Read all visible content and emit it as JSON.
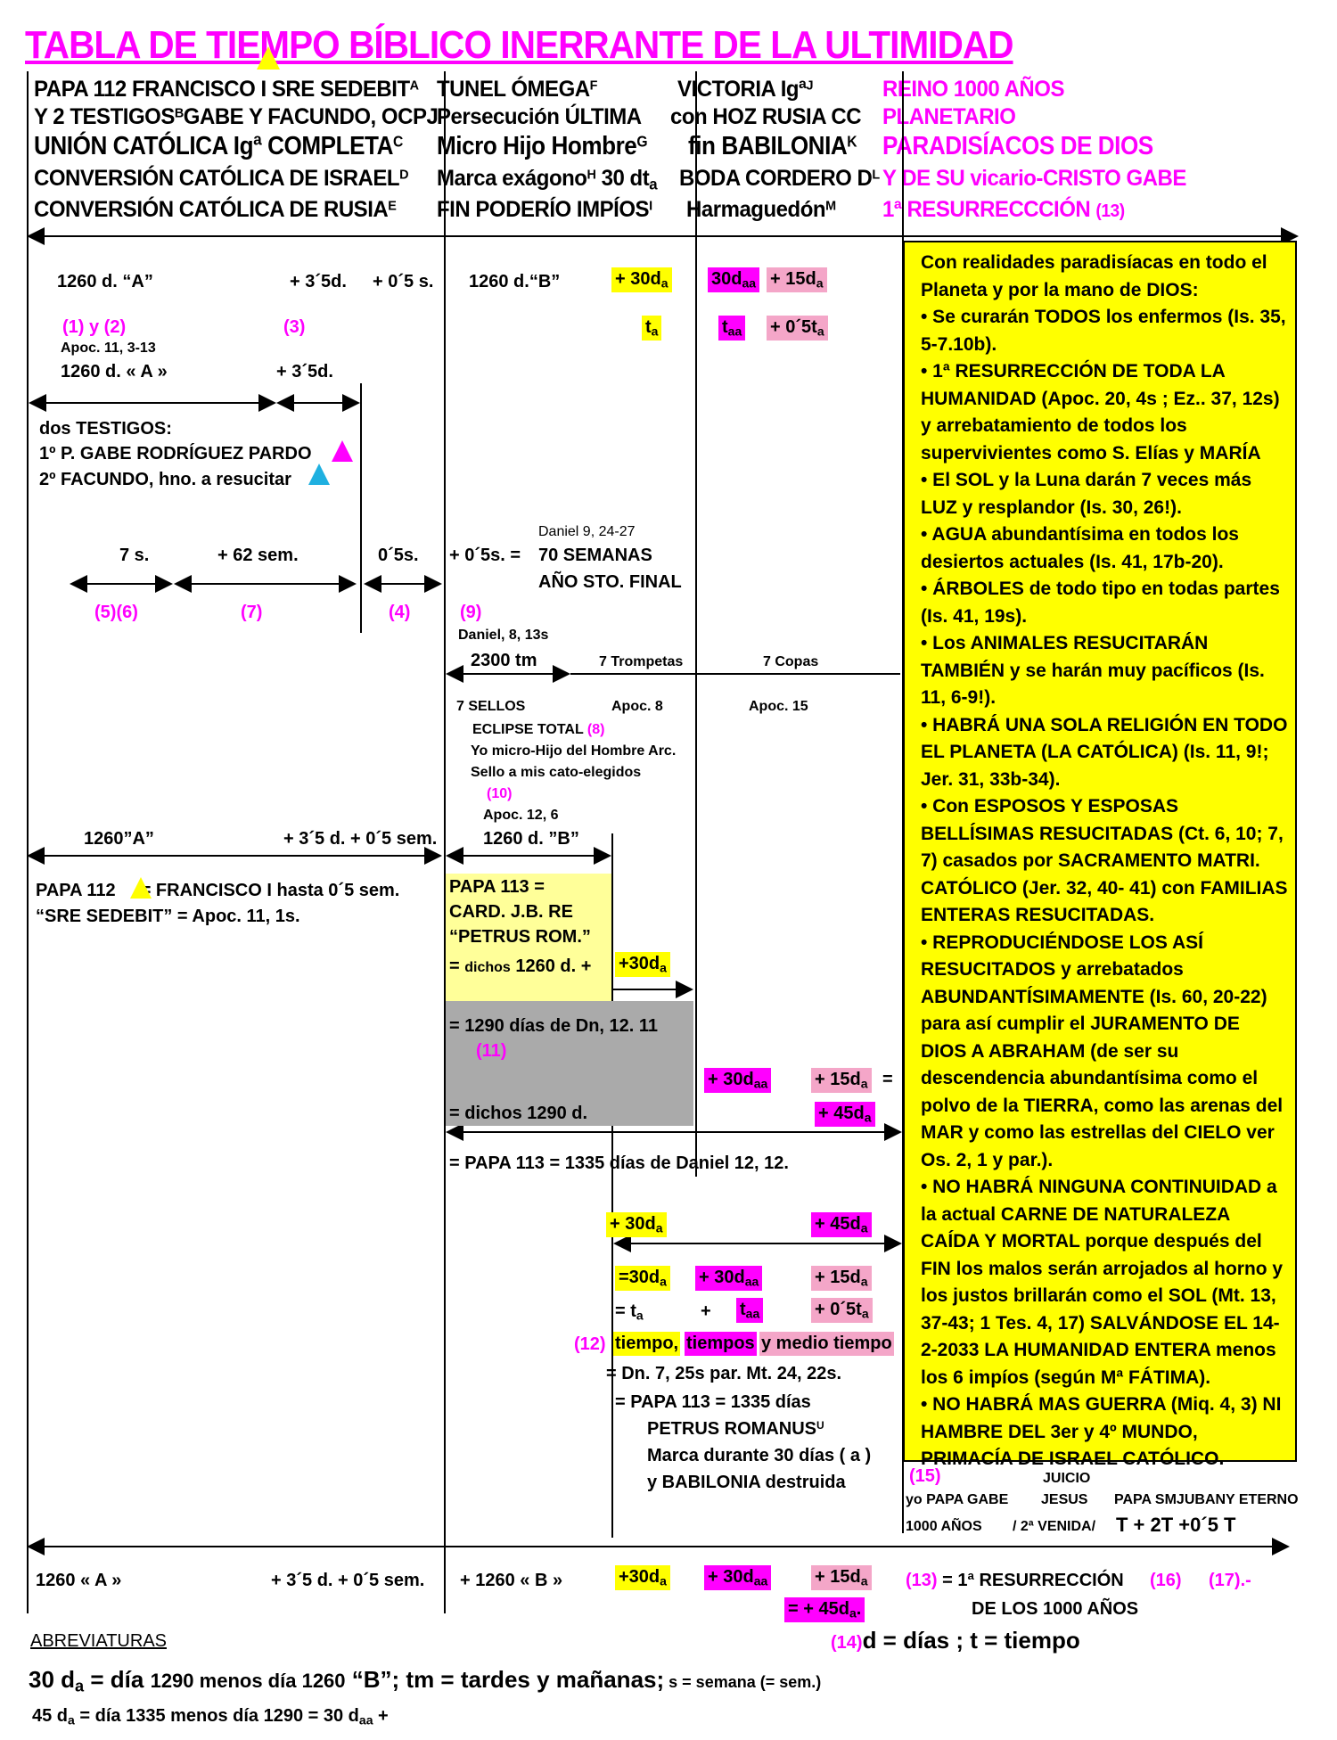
{
  "title": "TABLA DE TIEMPO BÍBLICO INERRANTE DE LA ULTIMIDAD",
  "header": {
    "col1": [
      "PAPA 112 FRANCISCO I SRE SEDEBIT",
      "Y 2 TESTIGOS",
      "GABE Y FACUNDO, OCPJ",
      "UNIÓN CATÓLICA Igª COMPLETA",
      "CONVERSIÓN CATÓLICA DE ISRAEL",
      "CONVERSIÓN CATÓLICA DE RUSIA"
    ],
    "col1_sup": [
      "A",
      "B",
      "C",
      "D",
      "E"
    ],
    "col2": [
      "TUNEL ÓMEGA",
      "Persecución ÚLTIMA",
      "Micro Hijo Hombre",
      "Marca exágono",
      "30 dt",
      "FIN PODERÍO IMPÍOS"
    ],
    "col2_sup": [
      "F",
      "G",
      "H",
      "I"
    ],
    "col3": [
      "VICTORIA Igª",
      "con HOZ RUSIA CC",
      "fin BABILONIA",
      "BODA CORDERO D",
      "Harmaguedón"
    ],
    "col3_sup": [
      "J",
      "K",
      "L",
      "M"
    ],
    "col4": [
      "REINO 1000 AÑOS",
      "PLANETARIO",
      "PARADISÍACOS DE DIOS",
      "Y DE SU vicario-CRISTO GABE",
      "1ª RESURRECCCIÓN",
      "(13)"
    ]
  },
  "row1": {
    "a": "1260 d. “A”",
    "b": "+ 3´5d.",
    "c": "+ 0´5 s.",
    "d": "1260 d.“B”",
    "e": "+ 30d",
    "f": "30d",
    "g": "+ 15d",
    "sub_a": "a",
    "sub_aa": "aa",
    "ta": "t",
    "taa": "t",
    "t05": "+ 0´5t",
    "ref1": "(1)  y (2)",
    "ref3": "(3)",
    "apoc": "Apoc. 11, 3-13",
    "a2": "1260 d. « A »",
    "b2": "+  3´5d."
  },
  "witnesses": {
    "title": "dos TESTIGOS:",
    "one": "1º P. GABE RODRÍGUEZ PARDO",
    "two": "2º FACUNDO, hno. a resucitar"
  },
  "weeks": {
    "daniel": "Daniel 9, 24-27",
    "s7": "7 s.",
    "s62": "+ 62 sem.",
    "s05": "0´5s.",
    "plus05": "+ 0´5s. =",
    "seventy": "70 SEMANAS",
    "year": "AÑO STO. FINAL",
    "r56": "(5)(6)",
    "r7": "(7)",
    "r4": "(4)",
    "r9": "(9)",
    "daniel8": "Daniel, 8, 13s",
    "tm": "2300 tm",
    "trump": "7 Trompetas",
    "copas": "7  Copas",
    "sellos": "7 SELLOS",
    "apoc8": "Apoc. 8",
    "apoc15": "Apoc.   15",
    "eclipse": "ECLIPSE TOTAL",
    "r8": "(8)",
    "micro": "Yo micro-Hijo del Hombre Arc.",
    "sello": "Sello a mis cato-elegidos",
    "r10": "(10)",
    "apoc12": "Apoc. 12, 6"
  },
  "row3": {
    "a": "1260”A”",
    "b": "+ 3´5 d. + 0´5 sem.",
    "c": "1260 d. ”B”",
    "papa112": "PAPA 112",
    "papa112b": "= FRANCISCO I  hasta 0´5 sem.",
    "sre": "“SRE SEDEBIT” = Apoc. 11, 1s.",
    "papa113": [
      "PAPA 113 =",
      "CARD. J.B. RE",
      "“PETRUS ROM.”"
    ],
    "dichos": "=  ",
    "dichos_small": "dichos",
    "dichos_val": "1260 d. +",
    "p30": "+30d",
    "g1290": "=  1290 días de Dn, 12. 11",
    "r11": "(11)",
    "gd": "=   dichos    1290  d.",
    "m30": "+ 30d",
    "p15": "+  15d",
    "eq": "=",
    "p45": "+  45d",
    "p1335": "=  PAPA 113 = 1335 días de Daniel 12, 12."
  },
  "row4": {
    "p30": "+ 30d",
    "p45": "+ 45d",
    "e30": "=30d",
    "m30": "+ 30d",
    "p15": "+  15d",
    "eqt": "=     t",
    "plus": "+",
    "taa": "t",
    "t05": "+  0´5t",
    "r12": "(12)",
    "tiempo": "tiempo,",
    "tiempos": "tiempos",
    "medio": "y medio tiempo",
    "dn7": "=    Dn. 7, 25s par. Mt. 24, 22s.",
    "p1335": [
      "=    PAPA 113 = 1335 días",
      "PETRUS ROMANUS",
      "Marca durante 30 días ( a )",
      "y BABILONIA destruida"
    ],
    "sup_u": "U"
  },
  "panel": {
    "lines": [
      "Con realidades paradisíacas en todo el Planeta y por la mano de DIOS:",
      "•  Se curarán TODOS los enfermos (Is. 35, 5-7.10b).",
      "•  1ª RESURRECCIÓN DE TODA LA HUMANIDAD (Apoc. 20, 4s ; Ez.. 37, 12s) y arrebatamiento de todos los supervivientes como S. Elías y MARÍA",
      "•  El SOL y la Luna darán 7 veces más LUZ y resplandor (Is. 30, 26!).",
      "•  AGUA abundantísima en todos los desiertos actuales (Is. 41, 17b-20).",
      "•  ÁRBOLES de todo tipo  en todas partes (Is. 41, 19s).",
      "•  Los ANIMALES RESUCITARÁN TAMBIÉN y se harán muy pacíficos (Is. 11, 6-9!).",
      "•  HABRÁ UNA SOLA RELIGIÓN EN TODO EL PLANETA (LA CATÓLICA) (Is. 11, 9!; Jer. 31, 33b-34).",
      "•  Con ESPOSOS Y ESPOSAS BELLÍSIMAS RESUCITADAS (Ct. 6, 10; 7, 7) casados por SACRAMENTO MATRI. CATÓLICO (Jer. 32, 40- 41) con FAMILIAS ENTERAS RESUCITADAS.",
      "•  REPRODUCIÉNDOSE LOS ASÍ RESUCITADOS y arrebatados ABUNDANTÍSIMAMENTE (Is. 60, 20-22) para así cumplir el JURAMENTO DE DIOS A ABRAHAM (de ser su descendencia abundantísima como el polvo de la TIERRA, como las arenas del MAR y como las estrellas del CIELO ver Os. 2, 1 y par.).",
      "•  NO HABRÁ NINGUNA CONTINUIDAD a la actual CARNE DE NATURALEZA CAÍDA Y MORTAL porque después del FIN los malos serán arrojados al horno y los justos brillarán como el SOL (Mt. 13, 37-43; 1 Tes. 4, 17) SALVÁNDOSE EL 14-2-2033 LA HUMANIDAD ENTERA menos los 6 impíos (según Mª FÁTIMA).",
      "•  NO HABRÁ MAS GUERRA (Miq. 4, 3) NI HAMBRE DEL 3er y 4º MUNDO, PRIMACÍA DE ISRAEL CATÓLICO."
    ]
  },
  "bottom": {
    "r15": "(15)",
    "juicio": "JUICIO",
    "gabe": "yo PAPA GABE",
    "jesus": "JESUS",
    "smj": "PAPA SMJUBANY ETERNO",
    "anos": "1000  AÑOS",
    "venida": "/ 2ª  VENIDA/",
    "t2t": "T + 2T +0´5 T",
    "a": "1260 « A »",
    "b": "+ 3´5 d. +  0´5 sem.",
    "c": "+ 1260  « B »",
    "d": "+30d",
    "e": "+ 30d",
    "f": "+  15d",
    "g": "= +  45d",
    "r13": "(13)",
    "res": "= 1ª RESURRECCIÓN",
    "r16": "(16)",
    "r17": "(17).-",
    "mil": "DE LOS 1000 AÑOS",
    "abrev": "ABREVIATURAS",
    "r14": "(14)",
    "dias": "d = días   ;  t = tiempo",
    "line1a": "30 d",
    "line1b": "  = día ",
    "line1c": "1290",
    "line1d": " menos día ",
    "line1e": "1260",
    "line1f": " “B”; tm = tardes y mañanas;",
    "line1g": " s = semana (= sem.)",
    "line2": "45 d",
    "line2b": " = día 1335 menos día 1290 = 30 d",
    "line2c": " +"
  },
  "colors": {
    "magenta": "#ff00ff",
    "yellow": "#ffff00",
    "pink": "#f4a6c8",
    "gray": "#aaaaaa",
    "blue": "#1fb0e0"
  }
}
